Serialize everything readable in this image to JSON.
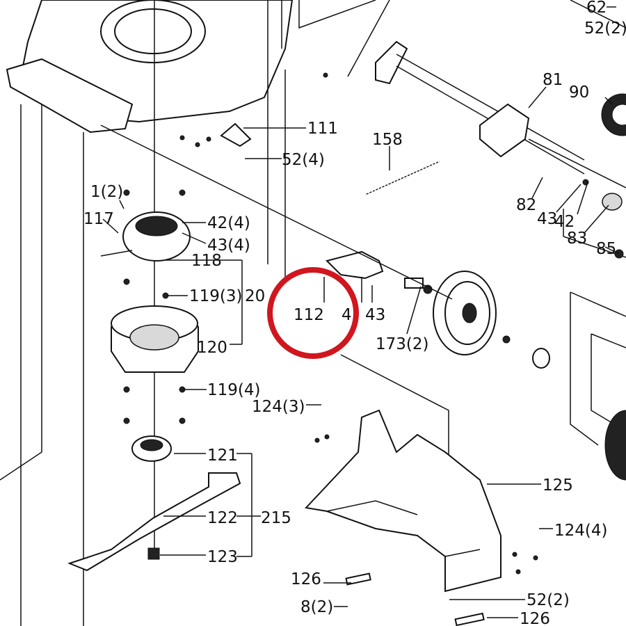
{
  "labels": {
    "l62": "62",
    "l52_2_top": "52(2)",
    "l81": "81",
    "l90": "90",
    "l111": "111",
    "l158": "158",
    "l52_4": "52(4)",
    "l1_2": "1(2)",
    "l117": "117",
    "l42_4": "42(4)",
    "l43_4": "43(4)",
    "l118": "118",
    "l119_3": "119(3)",
    "l20": "20",
    "l120": "120",
    "l119_4": "119(4)",
    "l124_3": "124(3)",
    "l121": "121",
    "l122": "122",
    "l215": "215",
    "l123": "123",
    "l112": "112",
    "l4": "4",
    "l43": "43",
    "l173_2": "173(2)",
    "l82": "82",
    "l43b": "43",
    "l42b": "42",
    "l83": "83",
    "l85": "85",
    "l125": "125",
    "l124_4": "124(4)",
    "l126a": "126",
    "l8_2": "8(2)",
    "l52_2_bottom": "52(2)",
    "l126b": "126"
  },
  "highlight": {
    "color": "#d0161e"
  }
}
